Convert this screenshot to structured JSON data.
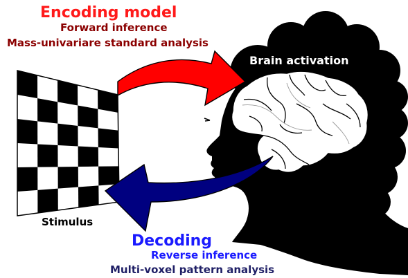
{
  "encoding": {
    "title": "Encoding model",
    "subtitle": "Forward inference",
    "method": "Mass-univariare standard analysis"
  },
  "brain_label": "Brain activation",
  "stimulus_label": "Stimulus",
  "decoding": {
    "title": "Decoding",
    "subtitle": "Reverse inference",
    "method": "Multi-voxel pattern analysis"
  },
  "colors": {
    "encoding_title": "#ff1a1a",
    "encoding_text": "#8b0000",
    "encoding_arrow": "#ff0000",
    "decoding_title": "#1a1aff",
    "decoding_text": "#1f1f66",
    "decoding_arrow": "#000080",
    "silhouette": "#000000",
    "brain_fill": "#ffffff"
  },
  "icons": {
    "stimulus": "checkerboard",
    "head": "head-silhouette",
    "brain": "brain-outline",
    "forward_arrow": "curved-arrow-right",
    "reverse_arrow": "curved-arrow-left"
  }
}
